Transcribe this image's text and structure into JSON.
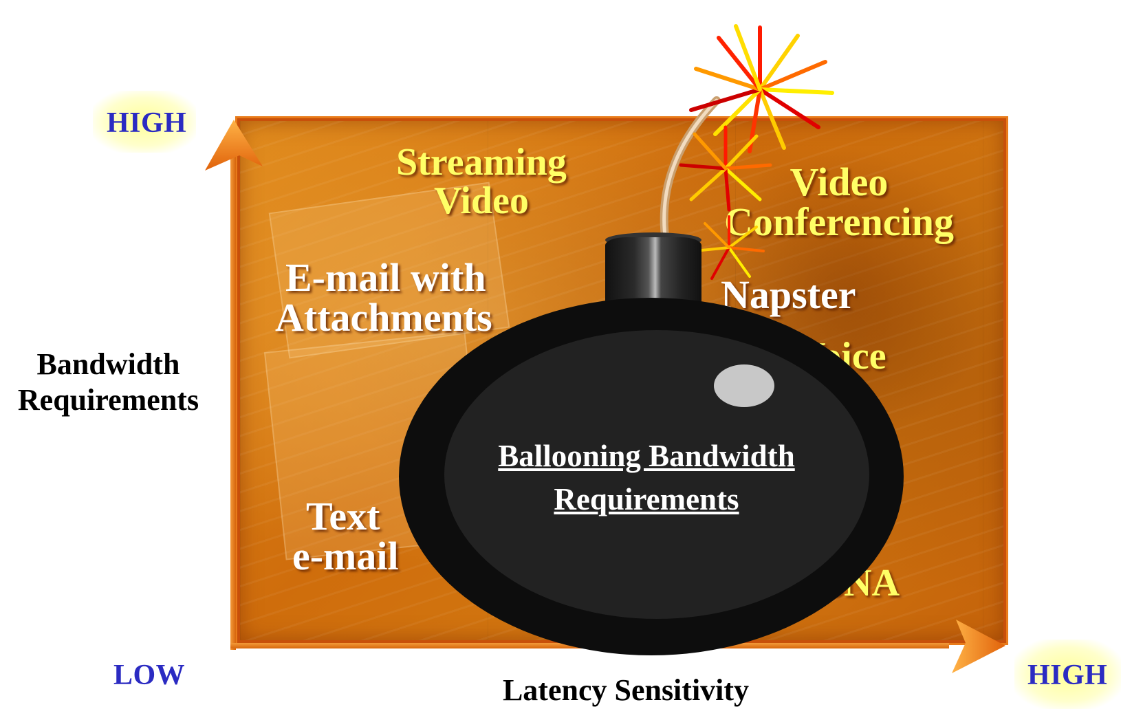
{
  "y_axis": {
    "high_label": "HIGH",
    "low_label": "LOW",
    "title_line1": "Bandwidth",
    "title_line2": "Requirements"
  },
  "x_axis": {
    "high_label": "HIGH",
    "title": "Latency Sensitivity"
  },
  "quadrant_labels": {
    "streaming_video": [
      "Streaming",
      "Video"
    ],
    "video_conferencing": [
      "Video",
      "Conferencing"
    ],
    "email_attachments": [
      "E-mail with",
      "Attachments"
    ],
    "napster": "Napster",
    "voice": "Voice",
    "text_email": [
      "Text",
      "e-mail"
    ],
    "sna": "X/SNA"
  },
  "bomb": {
    "caption_line1": "Ballooning Bandwidth",
    "caption_line2": "Requirements"
  },
  "colors": {
    "panel_orange": "#d27811",
    "label_yellow": "#ffff66",
    "axis_blue": "#2b2bc2",
    "bomb_black": "#0d0d0d"
  }
}
